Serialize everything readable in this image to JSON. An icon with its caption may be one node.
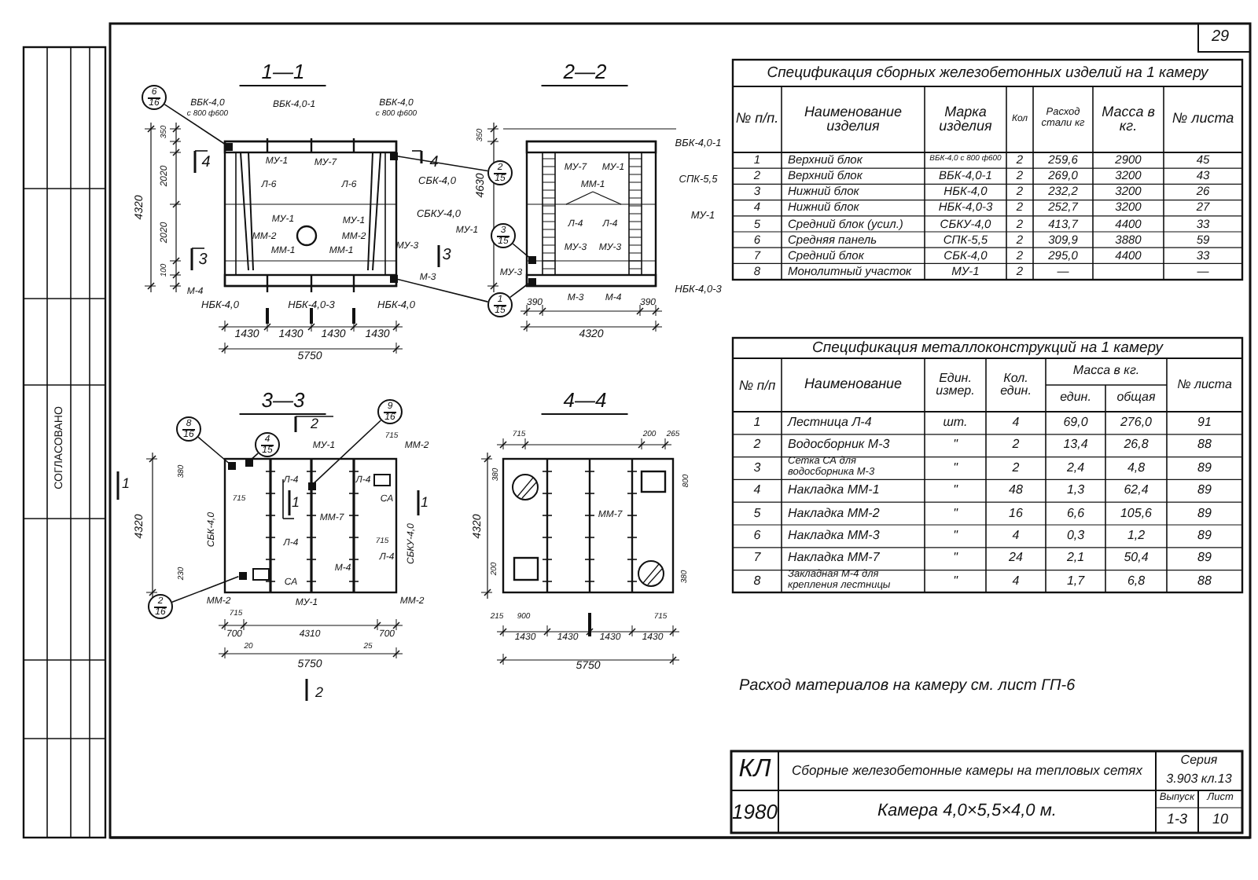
{
  "diagram": {
    "nodes": [
      {
        "text": [
          "6",
          "16"
        ]
      },
      {
        "text": [
          "2",
          "15"
        ]
      },
      {
        "text": [
          "3",
          "15"
        ]
      },
      {
        "text": [
          "1",
          "15"
        ]
      },
      {
        "text": [
          "8",
          "16"
        ]
      },
      {
        "text": [
          "4",
          "15"
        ]
      },
      {
        "text": [
          "9",
          "16"
        ]
      },
      {
        "text": [
          "2",
          "16"
        ]
      },
      {
        "text": [],
        "shape": "box"
      },
      {
        "text": [],
        "shape": "box"
      },
      {
        "text": [],
        "shape": "box"
      },
      {
        "text": [],
        "shape": "box"
      },
      {
        "text": [],
        "shape": "box"
      },
      {
        "text": [],
        "shape": "box"
      },
      {
        "text": [],
        "shape": "box"
      },
      {
        "text": [],
        "shape": "box"
      },
      {
        "text": [],
        "shape": "box"
      }
    ],
    "edges": [
      {
        "from": 0,
        "to": 8,
        "arrow": "none"
      },
      {
        "from": 1,
        "to": 9,
        "arrow": "none"
      },
      {
        "from": 2,
        "to": 10,
        "arrow": "none"
      },
      {
        "from": 3,
        "to": 11,
        "arrow": "none"
      },
      {
        "from": 3,
        "to": 12,
        "arrow": "none"
      },
      {
        "from": 4,
        "to": 13,
        "arrow": "none"
      },
      {
        "from": 5,
        "to": 14,
        "arrow": "none"
      },
      {
        "from": 6,
        "to": 15,
        "arrow": "none"
      },
      {
        "from": 7,
        "to": 16,
        "arrow": "none"
      }
    ],
    "labels": [
      "29",
      "1—1",
      "ВБК-4,0",
      "с 800 ф600",
      "ВБК-4,0-1",
      "ВБК-4,0",
      "с 800 ф600",
      "МУ-1",
      "МУ-7",
      "Л-6",
      "Л-6",
      "СБК-4,0",
      "СБКУ-4,0",
      "МУ-1",
      "МУ-1",
      "ММ-2",
      "ММ-2",
      "ММ-1",
      "ММ-1",
      "МУ-3",
      "М-3",
      "М-4",
      "НБК-4,0",
      "НБК-4,0-3",
      "НБК-4,0",
      "1430",
      "1430",
      "1430",
      "1430",
      "5750",
      "4320",
      "350",
      "2020",
      "2020",
      "100",
      "4",
      "4",
      "3",
      "3",
      "2—2",
      "ВБК-4,0-1",
      "СПК-5,5",
      "МУ-1",
      "НБК-4,0-3",
      "МУ-7",
      "МУ-1",
      "ММ-1",
      "Л-4",
      "Л-4",
      "МУ-3",
      "МУ-3",
      "МУ-1",
      "МУ-3",
      "М-3",
      "М-4",
      "390",
      "390",
      "4320",
      "4630",
      "350",
      "3—3",
      "2",
      "МУ-1",
      "ММ-2",
      "715",
      "380",
      "Л-4",
      "Л-4",
      "715",
      "СА",
      "СБК-4,0",
      "СБКУ-4,0",
      "ММ-7",
      "Л-4",
      "715",
      "Л-4",
      "М-4",
      "230",
      "СА",
      "ММ-2",
      "МУ-1",
      "ММ-2",
      "715",
      "700",
      "4310",
      "700",
      "20",
      "25",
      "5750",
      "4320",
      "1",
      "1",
      "1",
      "2",
      "4—4",
      "715",
      "200",
      "265",
      "380",
      "800",
      "ММ-7",
      "200",
      "380",
      "215",
      "900",
      "715",
      "1430",
      "1430",
      "1430",
      "1430",
      "5750",
      "4320",
      "Спецификация сборных железобетонных изделий на 1 камеру",
      "№ п/п.",
      "Наименование изделия",
      "Марка изделия",
      "Кол",
      "Расход стали кг",
      "Масса в кг.",
      "№ листа",
      "1",
      "Верхний блок",
      "ВБК-4,0 с 800 ф600",
      "2",
      "259,6",
      "2900",
      "45",
      "2",
      "Верхний блок",
      "ВБК-4,0-1",
      "2",
      "269,0",
      "3200",
      "43",
      "3",
      "Нижний блок",
      "НБК-4,0",
      "2",
      "232,2",
      "3200",
      "26",
      "4",
      "Нижний блок",
      "НБК-4,0-3",
      "2",
      "252,7",
      "3200",
      "27",
      "5",
      "Средний блок (усил.)",
      "СБКУ-4,0",
      "2",
      "413,7",
      "4400",
      "33",
      "6",
      "Средняя панель",
      "СПК-5,5",
      "2",
      "309,9",
      "3880",
      "59",
      "7",
      "Средний блок",
      "СБК-4,0",
      "2",
      "295,0",
      "4400",
      "33",
      "8",
      "Монолитный участок",
      "МУ-1",
      "2",
      "—",
      "—",
      "Спецификация металлоконструкций на 1 камеру",
      "№ п/п",
      "Наименование",
      "Един. измер.",
      "Кол. един.",
      "Масса в кг.",
      "един.",
      "общая",
      "№ листа",
      "1",
      "Лестница Л-4",
      "шт.",
      "4",
      "69,0",
      "276,0",
      "91",
      "2",
      "Водосборник М-3",
      "\"",
      "2",
      "13,4",
      "26,8",
      "88",
      "3",
      "Сетка СА для водосборника М-3",
      "\"",
      "2",
      "2,4",
      "4,8",
      "89",
      "4",
      "Накладка ММ-1",
      "\"",
      "48",
      "1,3",
      "62,4",
      "89",
      "5",
      "Накладка ММ-2",
      "\"",
      "16",
      "6,6",
      "105,6",
      "89",
      "6",
      "Накладка ММ-3",
      "\"",
      "4",
      "0,3",
      "1,2",
      "89",
      "7",
      "Накладка ММ-7",
      "\"",
      "24",
      "2,1",
      "50,4",
      "89",
      "8",
      "Закладная М-4 для крепления лестницы",
      "\"",
      "4",
      "1,7",
      "6,8",
      "88",
      "Расход материалов на камеру см. лист ГП-6",
      "КЛ",
      "Сборные железобетонные камеры на тепловых сетях",
      "Серия",
      "3.903 кл.13",
      "1980",
      "Камера 4,0×5,5×4,0 м.",
      "Выпуск",
      "Лист",
      "1-3",
      "10",
      "СОГЛАСОВАНО"
    ]
  }
}
